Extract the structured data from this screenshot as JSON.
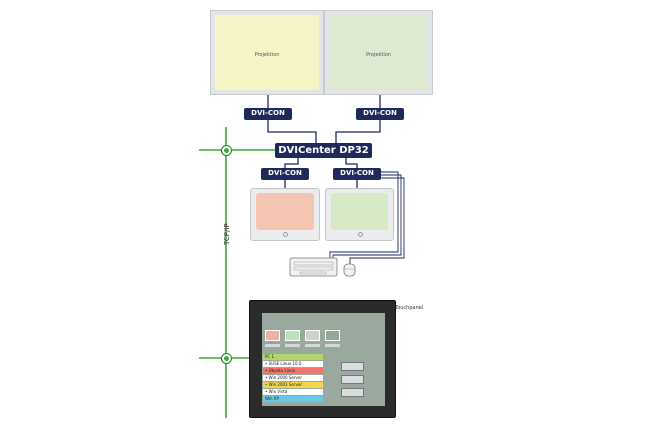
{
  "projectors": [
    {
      "label": "Projektion",
      "color": "#f6f4c6"
    },
    {
      "label": "Projektion",
      "color": "#dde9d1"
    }
  ],
  "dvi_con_label": "DVI-CON",
  "dvicenter_label": "DVICenter DP32",
  "monitors": [
    {
      "color": "#f4c5b1"
    },
    {
      "color": "#d7eac8"
    }
  ],
  "tcp_label": "TCP/IP",
  "touchpanel_label": "Touchpanel",
  "touchscreen": {
    "thumbnails": [
      {
        "color": "#f3b1a3"
      },
      {
        "color": "#bfe2bb"
      },
      {
        "color": "#cfd0d0"
      },
      {
        "color": "#93a995"
      }
    ],
    "list_items": [
      {
        "text": "PC 1",
        "color": "#b3d66a"
      },
      {
        "text": "• SUSE Linux 10.0",
        "color": "#ffffff"
      },
      {
        "text": "• Ubuntu Linux",
        "color": "#f2746b"
      },
      {
        "text": "• Win 2000 Server",
        "color": "#ffffff"
      },
      {
        "text": "• Win 2003 Server",
        "color": "#f1d64a"
      },
      {
        "text": "• Win Vista",
        "color": "#ffffff"
      },
      {
        "text": "Win XP",
        "color": "#64c8e6"
      }
    ],
    "button_count": 3
  },
  "colors": {
    "line": "#1f2a5c",
    "network": "#3ea93b"
  }
}
